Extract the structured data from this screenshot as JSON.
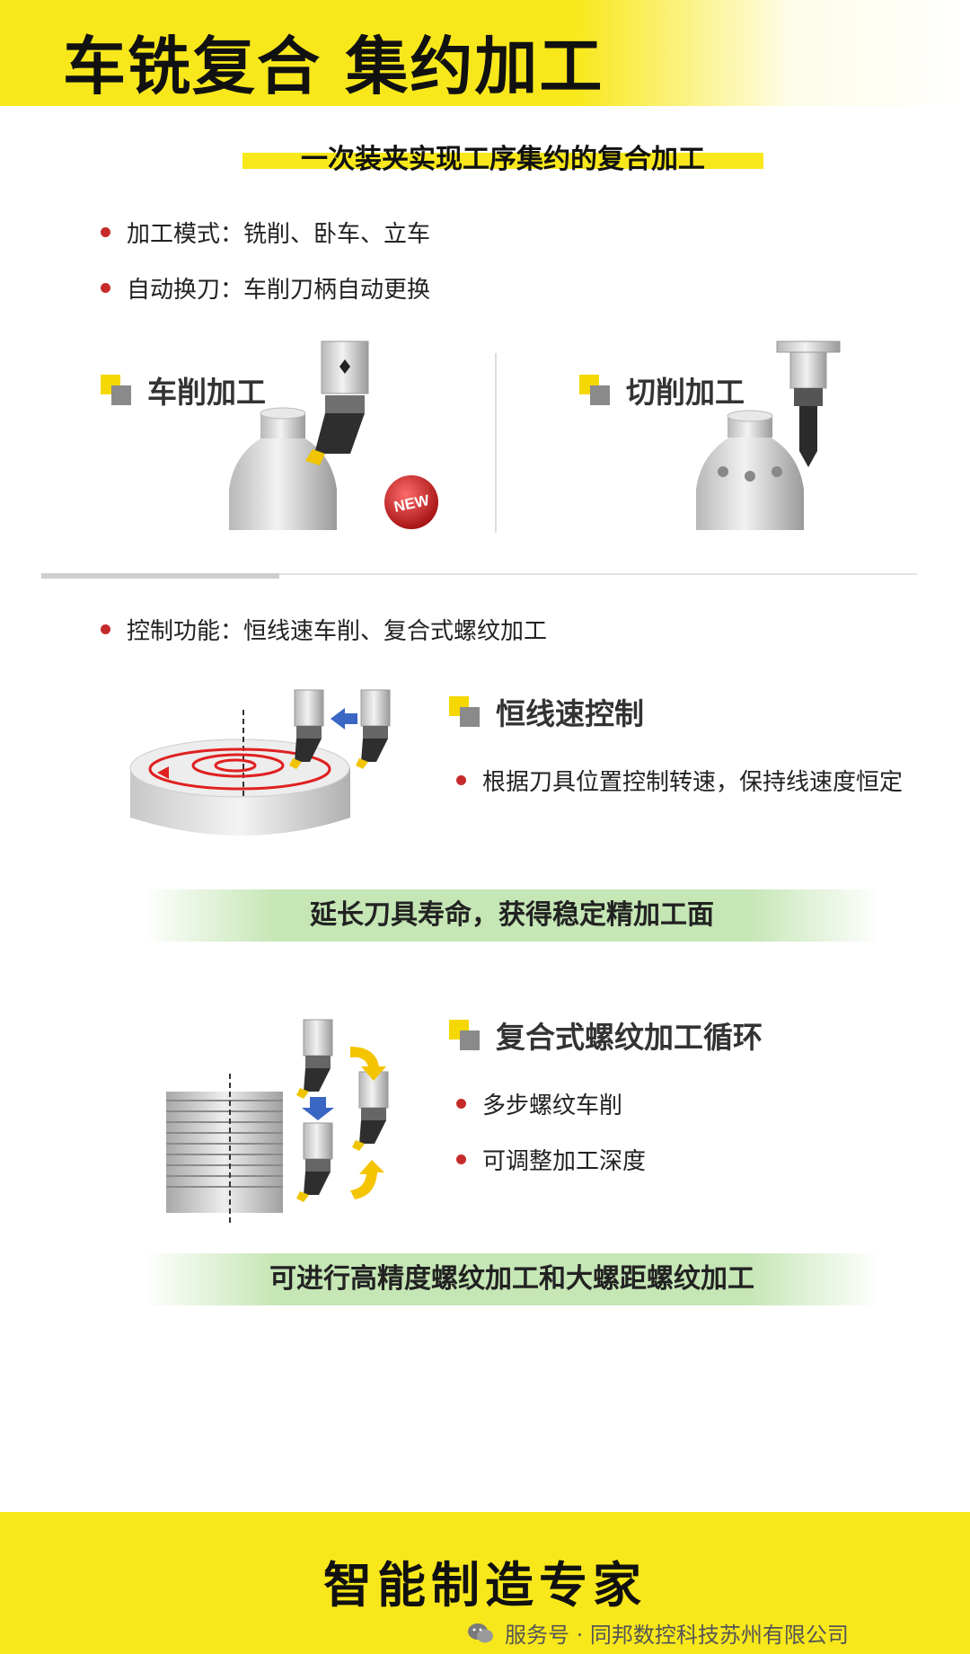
{
  "header": {
    "title": "车铣复合 集约加工"
  },
  "subtitle": "一次装夹实现工序集约的复合加工",
  "bullets_top": [
    "加工模式：铣削、卧车、立车",
    "自动换刀：车削刀柄自动更换"
  ],
  "turning": {
    "title": "车削加工",
    "badge": "NEW"
  },
  "cutting": {
    "title": "切削加工"
  },
  "bullet_control": "控制功能：恒线速车削、复合式螺纹加工",
  "constant_speed": {
    "title": "恒线速控制",
    "bullet": "根据刀具位置控制转速，保持线速度恒定",
    "banner": "延长刀具寿命，获得稳定精加工面"
  },
  "thread": {
    "title": "复合式螺纹加工循环",
    "bullets": [
      "多步螺纹车削",
      "可调整加工深度"
    ],
    "banner": "可进行高精度螺纹加工和大螺距螺纹加工"
  },
  "footer": {
    "title": "智能制造专家",
    "credit": "服务号 · 同邦数控科技苏州有限公司"
  }
}
